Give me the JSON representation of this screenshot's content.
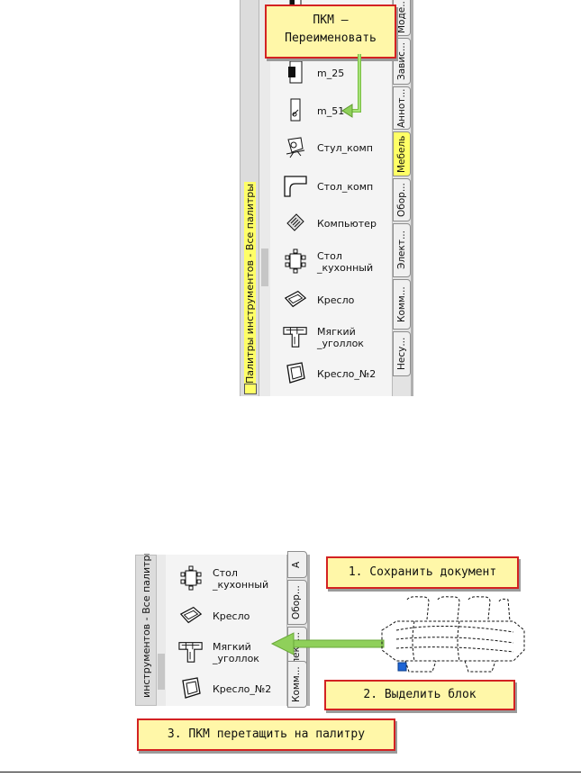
{
  "top_palette": {
    "title": "Палитры инструментов - Все палитры",
    "items": [
      {
        "label": "m_25",
        "icon": "m25-block-icon"
      },
      {
        "label": "m_51",
        "icon": "m51-block-icon"
      },
      {
        "label": "Стул_комп",
        "icon": "office-chair-icon"
      },
      {
        "label": "Стол_комп",
        "icon": "computer-desk-icon"
      },
      {
        "label": "Компьютер",
        "icon": "computer-icon"
      },
      {
        "label": "Стол\n_кухонный",
        "icon": "kitchen-table-icon"
      },
      {
        "label": "Кресло",
        "icon": "armchair-icon"
      },
      {
        "label": "Мягкий\n_уголлок",
        "icon": "corner-sofa-icon"
      },
      {
        "label": "Кресло_№2",
        "icon": "armchair2-icon"
      }
    ],
    "tabs": [
      "Моде...",
      "Завис...",
      "Аннот...",
      "Мебель",
      "Обор...",
      "Элект...",
      "Комм...",
      "Несу..."
    ],
    "active_tab": "Мебель",
    "callout": "ПКМ –\nПереименовать"
  },
  "bottom_palette": {
    "title": "инструментов - Все палитры",
    "items": [
      {
        "label": "Стол\n_кухонный",
        "icon": "kitchen-table-icon"
      },
      {
        "label": "Кресло",
        "icon": "armchair-icon"
      },
      {
        "label": "Мягкий\n_уголлок",
        "icon": "corner-sofa-icon"
      },
      {
        "label": "Кресло_№2",
        "icon": "armchair2-icon"
      }
    ],
    "tabs": [
      "А",
      "Обор...",
      "Элект...",
      "Комм..."
    ]
  },
  "steps": {
    "step1": "1. Сохранить документ",
    "step2": "2. Выделить блок",
    "step3": "3. ПКМ перетащить на палитру"
  },
  "colors": {
    "highlight": "#ffff66",
    "callout_border": "#d32222",
    "callout_fill": "#fff7a8",
    "arrow": "#8fd05a",
    "grip": "#1f66d6"
  }
}
